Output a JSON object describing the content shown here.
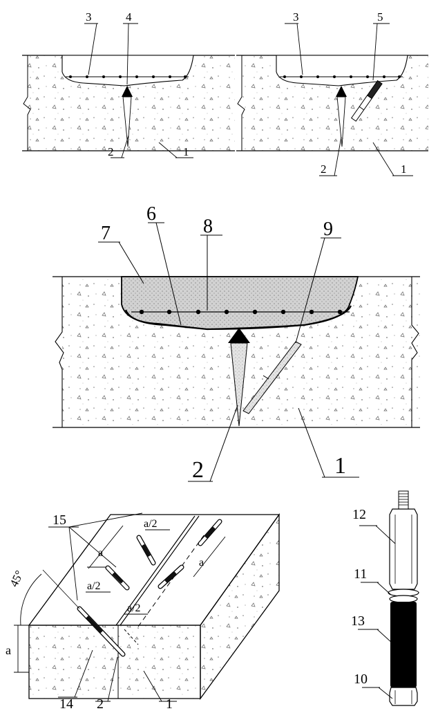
{
  "panel_a": {
    "labels": {
      "l3": "3",
      "l4": "4",
      "l2": "2",
      "l1": "1"
    }
  },
  "panel_b": {
    "labels": {
      "l3": "3",
      "l5": "5",
      "l2": "2",
      "l1": "1"
    }
  },
  "panel_c": {
    "labels": {
      "l7": "7",
      "l6": "6",
      "l8": "8",
      "l9": "9",
      "l2": "2",
      "l1": "1"
    }
  },
  "panel_d": {
    "labels": {
      "l15": "15",
      "l14": "14",
      "l2": "2",
      "l1": "1"
    },
    "dims": {
      "angle": "45°",
      "a_left": "a",
      "a_diag1": "a",
      "a_diag2": "a",
      "half1": "a/2",
      "half2": "a/2",
      "half3": "a/2"
    }
  },
  "panel_e": {
    "labels": {
      "l12": "12",
      "l11": "11",
      "l13": "13",
      "l10": "10"
    }
  }
}
